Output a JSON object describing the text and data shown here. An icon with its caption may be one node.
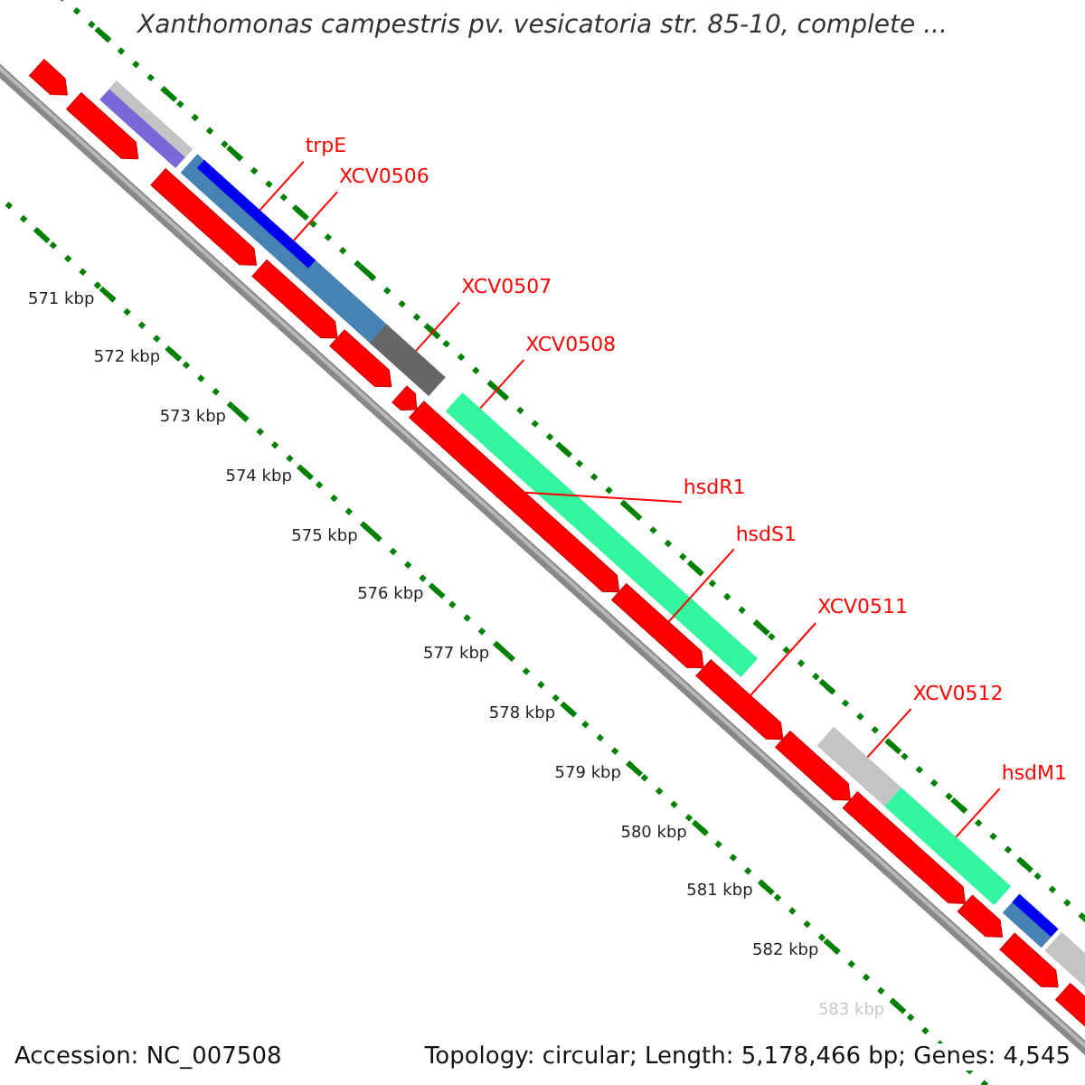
{
  "diagram": {
    "title": "Xanthomonas campestris pv. vesicatoria str. 85-10, complete ...",
    "nodes": [
      {
        "text": [
          "trpE"
        ]
      },
      {
        "text": [
          "XCV0506"
        ]
      },
      {
        "text": [
          "XCV0507"
        ]
      },
      {
        "text": [
          "XCV0508"
        ]
      },
      {
        "text": [
          "hsdR1"
        ]
      },
      {
        "text": [
          "hsdS1"
        ]
      },
      {
        "text": [
          "XCV0511"
        ]
      },
      {
        "text": [
          "XCV0512"
        ]
      },
      {
        "text": [
          "hsdM1"
        ]
      }
    ],
    "edges": [
      {
        "from": 0,
        "to": null,
        "arrow": "none"
      },
      {
        "from": 1,
        "to": null,
        "arrow": "none"
      },
      {
        "from": 2,
        "to": null,
        "arrow": "none"
      },
      {
        "from": 3,
        "to": null,
        "arrow": "none"
      },
      {
        "from": 4,
        "to": null,
        "arrow": "none"
      },
      {
        "from": 5,
        "to": null,
        "arrow": "none"
      },
      {
        "from": 6,
        "to": null,
        "arrow": "none"
      },
      {
        "from": 7,
        "to": null,
        "arrow": "none"
      },
      {
        "from": 8,
        "to": null,
        "arrow": "none"
      }
    ],
    "labels": [
      "571 kbp",
      "572 kbp",
      "573 kbp",
      "574 kbp",
      "575 kbp",
      "576 kbp",
      "577 kbp",
      "578 kbp",
      "579 kbp",
      "580 kbp",
      "581 kbp",
      "582 kbp",
      "583 kbp",
      "Accession: NC_007508",
      "Topology: circular; Length: 5,178,466 bp; Genes: 4,545"
    ]
  }
}
